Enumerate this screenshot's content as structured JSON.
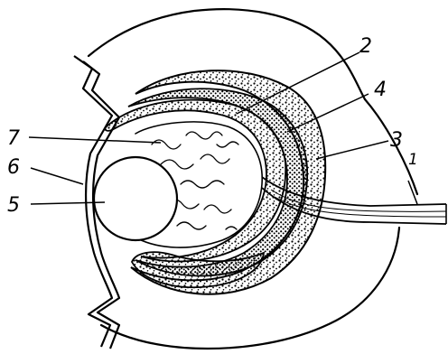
{
  "labels": {
    "l1": "1",
    "l2": "2",
    "l3": "3",
    "l4": "4",
    "l5": "5",
    "l6": "6",
    "l7": "7"
  },
  "colors": {
    "ink": "#000000",
    "paper": "#ffffff"
  }
}
